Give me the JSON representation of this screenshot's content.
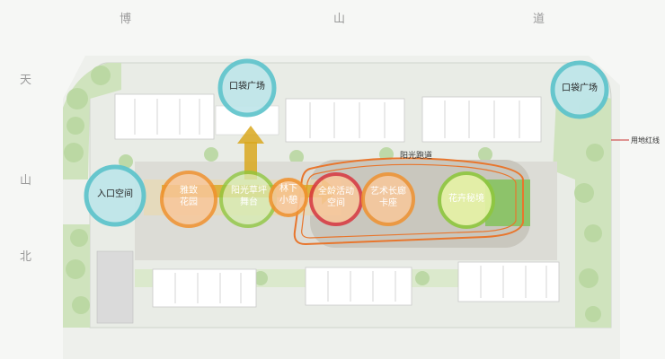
{
  "roads": {
    "top_1": "博",
    "top_2": "山",
    "top_3": "道",
    "left_1": "天",
    "left_2": "山",
    "left_3": "北"
  },
  "zones": {
    "entrance": "入口空间",
    "pocket_left": "口袋广场",
    "pocket_right": "口袋广场",
    "garden": [
      "雅致",
      "花园"
    ],
    "lawn_stage": [
      "阳光草坪",
      "舞台"
    ],
    "forest_rest": [
      "林下",
      "小憩"
    ],
    "all_age": [
      "全龄活动",
      "空间"
    ],
    "art_gallery": [
      "艺术长廊",
      "卡座"
    ],
    "flower_realm": "花卉秘境"
  },
  "annotations": {
    "sunlight_path": "阳光跑道",
    "red_line": "用地红线"
  },
  "colors": {
    "teal_ring": "#5fc4cc",
    "teal_fill": "#bfe6ea",
    "orange_ring": "#f0922f",
    "orange_fill": "#f8c79a",
    "green_ring": "#8fc73e",
    "green_fill": "#d7ecb2",
    "red_ring": "#d9363e",
    "path_orange": "#e8762d",
    "arrow": "#d9a81e"
  }
}
